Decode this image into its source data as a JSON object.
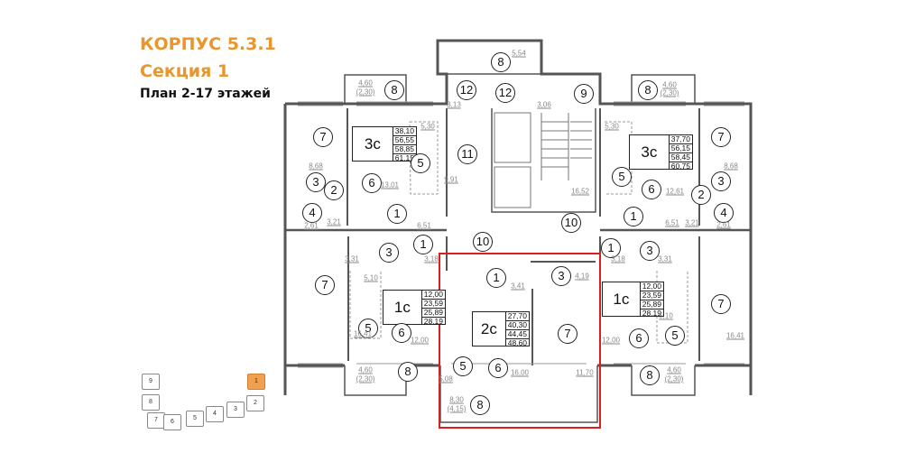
{
  "header": {
    "building": "КОРПУС 5.3.1",
    "section": "Секция 1",
    "floors": "План 2-17 этажей"
  },
  "colors": {
    "accent": "#e8962e",
    "selection": "#d81e1e",
    "key_active": "#f0a050"
  },
  "units": [
    {
      "type": "3с",
      "areas": [
        "38,10",
        "56,55",
        "58,85",
        "61,15"
      ]
    },
    {
      "type": "3с",
      "areas": [
        "37,70",
        "56,15",
        "58,45",
        "60,75"
      ]
    },
    {
      "type": "1с",
      "areas": [
        "12,00",
        "23,59",
        "25,89",
        "28,19"
      ]
    },
    {
      "type": "1с",
      "areas": [
        "12,00",
        "23,59",
        "25,89",
        "28,19"
      ]
    },
    {
      "type": "2с",
      "areas": [
        "27,70",
        "40,30",
        "44,45",
        "48,60"
      ]
    }
  ],
  "rooms": [
    "8",
    "7",
    "3",
    "2",
    "4",
    "6",
    "5",
    "1",
    "11",
    "12",
    "12",
    "8",
    "9",
    "10",
    "10",
    "8",
    "7",
    "5",
    "6",
    "2",
    "3",
    "4",
    "1",
    "1",
    "3",
    "7",
    "5",
    "6",
    "8",
    "1",
    "3",
    "7",
    "5",
    "6",
    "8",
    "1",
    "3",
    "7",
    "5",
    "6",
    "8"
  ],
  "dims": [
    "4,60",
    "(2,30)",
    "5,30",
    "8,68",
    "13,01",
    "9,91",
    "3,13",
    "3,21",
    "6,51",
    "2,61",
    "3,06",
    "5,54",
    "16,52",
    "4,60",
    "(2,30)",
    "5,30",
    "8,68",
    "12,61",
    "6,51",
    "3,21",
    "2,61",
    "3,18",
    "3,31",
    "5,10",
    "12,00",
    "16,41",
    "4,60",
    "(2,30)",
    "3,31",
    "3,18",
    "5,10",
    "16,41",
    "12,00",
    "4,60",
    "(2,30)",
    "3,41",
    "4,19",
    "5,08",
    "16,00",
    "11,70",
    "8,30",
    "(4,15)"
  ],
  "key_map": {
    "sections": [
      "9",
      "8",
      "7",
      "6",
      "5",
      "4",
      "3",
      "2",
      "1"
    ],
    "active": "1"
  }
}
